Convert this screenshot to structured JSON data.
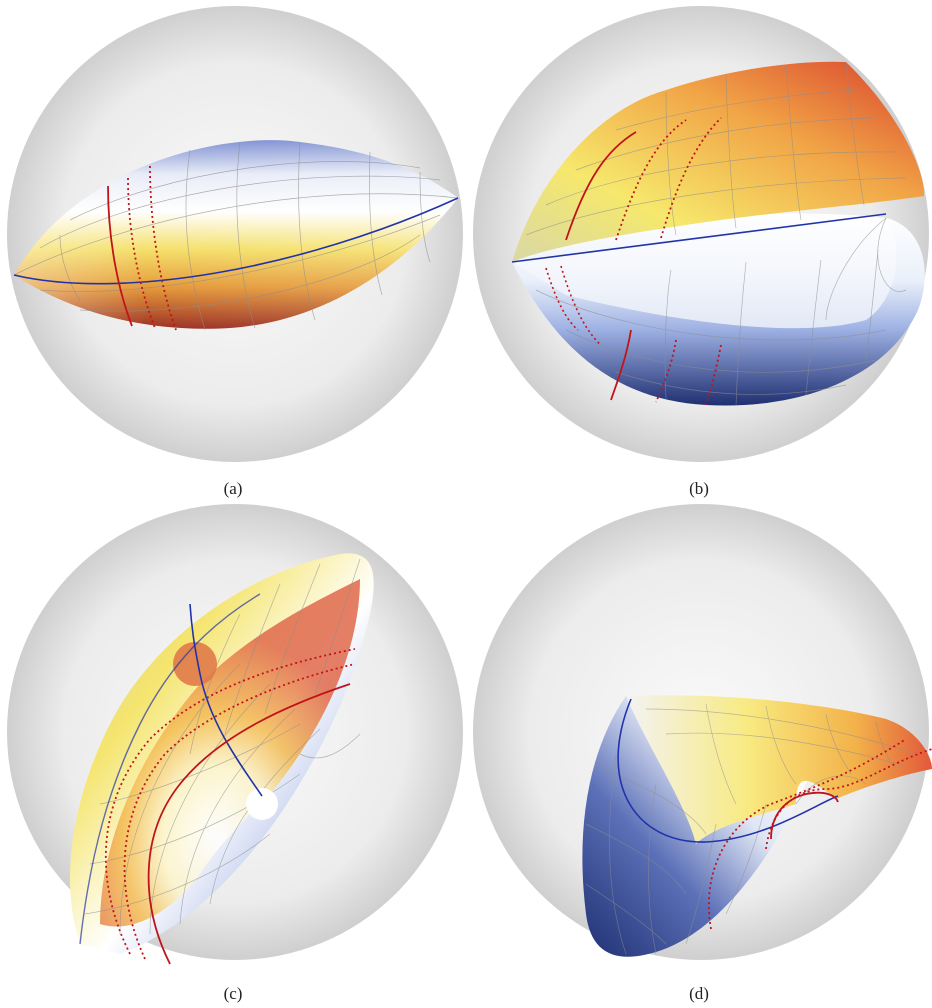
{
  "panels": [
    {
      "id": "a",
      "caption": "(a)"
    },
    {
      "id": "b",
      "caption": "(b)"
    },
    {
      "id": "c",
      "caption": "(c)"
    },
    {
      "id": "d",
      "caption": "(d)"
    }
  ],
  "colors": {
    "sphere_light": "#f6f6f6",
    "sphere_dark": "#c9c9c9",
    "warm_dark": "#b5412a",
    "warm_mid": "#f0a13a",
    "warm_light": "#f6e36e",
    "cool_dark": "#1f2f72",
    "cool_mid": "#7f96d6",
    "cool_light": "#e2e8f6",
    "curve_blue": "#2233aa",
    "curve_red": "#c0141a",
    "mesh": "#9a9a9a"
  }
}
